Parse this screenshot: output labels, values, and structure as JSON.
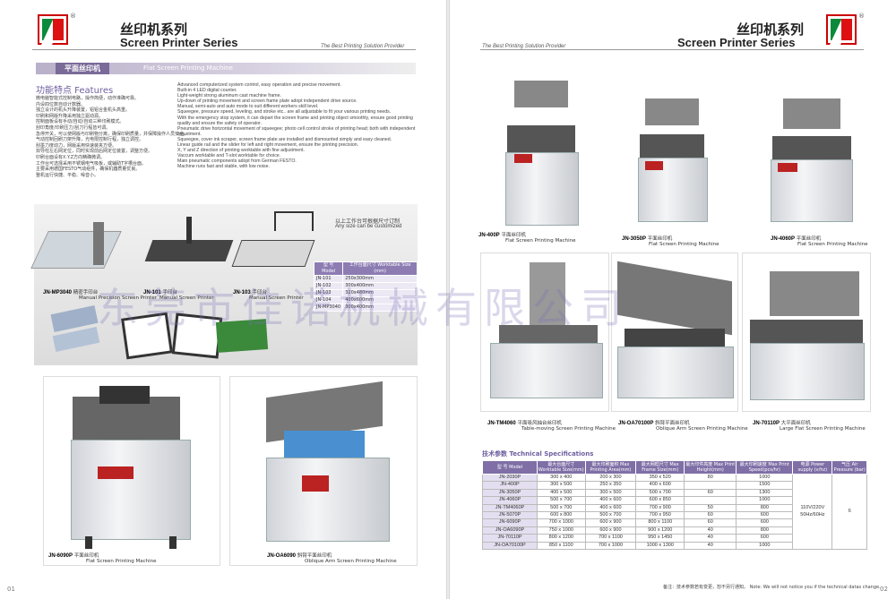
{
  "left_header": {
    "brand_cn": "丝印机系列",
    "brand_en": "Screen Printer Series",
    "tagline": "The Best Printing Solution Provider",
    "reg": "®"
  },
  "right_header": {
    "brand_cn": "丝印机系列",
    "brand_en": "Screen Printer Series",
    "tagline": "The Best Printing Solution Provider",
    "reg": "®"
  },
  "section_bar": {
    "cn": "平面丝印机",
    "en": "Flat Screen Printing Machine"
  },
  "features": {
    "title": "功能特点 Features",
    "cn": [
      "微电脑智能式控制电路，操作简便，动作准确可靠。",
      "内设四位数自动计数器。",
      "独立设计的机头升降装置，铝铝合金机头高重。",
      "印刷和网版升降采用独立驱动源。",
      "控制面板设有手动/自动/自动三种印刷模式。",
      "刮印角度/印刷压力/刮刀行程皆可调。",
      "急停开关，可以使网版与印刷物分离，确保印刷质量，并保障操作人员安全。",
      "气动控制回刷刀架升降，光电限控制行程，独立调控。",
      "刮墨力度动力，网版采用快速装夹方便。",
      "双导柱左右网定位，同时实现前后网定位装置，调整方便。",
      "印刷台面设有X.Y.Z方向精确微调。",
      "工作台可选择采用不锈钢电气吸板，或辅助T字槽台面。",
      "主要采用德国FESTO气动组件，确保机器质量优良。",
      "整机运行快捷、平稳、噪音小。"
    ],
    "en": [
      "Advanced computerized system control, easy operation and precise movement.",
      "Built-in 4 LED digital counter.",
      "Light-weight strong aluminum cast machine frame.",
      "Up-down of printing movement and screen frame plate adopt independent drive source.",
      "Manual, semi-auto and auto mode to suit different workers skill level.",
      "Squeegee, pressure speed, leveling, and stroke etc.. are all adjustable to fit your various printing needs.",
      "With the emergency stop system, it can depart the screen frame and printing object smoothly, ensure good printing quality and ensure the safety of operator.",
      "Pneumatic drive horizontal movement of squeegee; photo cell control stroke of printing head; both with independent adjustment.",
      "Squeegee, cover ink scraper, screen frame plate are installed and dismounted simply and easy cleaned.",
      "Linear guide rail and the slider for left and right movement, ensure the printing precision.",
      "X, Y and Z direction of printing worktable with fine adjustment.",
      "Vaccum worktable and T-slot worktable for choice.",
      "Main pneumatic components adopt from German FESTO.",
      "Machine runs fast and stable, with low noise."
    ]
  },
  "manual": {
    "note_cn": "以上工作台可根据尺寸订制",
    "note_en": "Any size can be customized",
    "items": [
      {
        "model": "JN-MP3040",
        "cn": "精密手印台",
        "en": "Manual Precision Screen Printer"
      },
      {
        "model": "JN-101",
        "cn": "手印台",
        "en": "Manual Screen Printer"
      },
      {
        "model": "JN-103",
        "cn": "手印台",
        "en": "Manual Screen Printer"
      }
    ],
    "table_headers": [
      "型  号 Model",
      "工作台面尺寸 Worktable Size (mm)"
    ],
    "table_rows": [
      [
        "JN-101",
        "250x300mm"
      ],
      [
        "JN-102",
        "300x400mm"
      ],
      [
        "JN-103",
        "320x480mm"
      ],
      [
        "JN-104",
        "400x600mm"
      ],
      [
        "JN-MP3040",
        "300x400mm"
      ]
    ]
  },
  "left_machines": [
    {
      "model": "JN-6090P",
      "cn": "平面丝印机",
      "en": "Flat Screen Printing Machine"
    },
    {
      "model": "JN-OA6090",
      "cn": "斜臂平面丝印机",
      "en": "Oblique Arm Screen Printing Machine"
    }
  ],
  "right_machines": [
    {
      "model": "JN-400P",
      "cn": "平面丝印机",
      "en": "Flat Screen Printing Machine"
    },
    {
      "model": "JN-3050P",
      "cn": "平面丝印机",
      "en": "Flat Screen Printing Machine"
    },
    {
      "model": "JN-4060P",
      "cn": "平面丝印机",
      "en": "Flat Screen Printing Machine"
    },
    {
      "model": "JN-TM4060",
      "cn": "平面吸风抽台丝印机",
      "en": "Table-moving Screen Printing Machine"
    },
    {
      "model": "JN-OA70100P",
      "cn": "斜臂平面丝印机",
      "en": "Oblique Arm Screen Printing Machine"
    },
    {
      "model": "JN-70110P",
      "cn": "大平面丝印机",
      "en": "Large Flat Screen Printing Machine"
    }
  ],
  "watermark": "东莞市佳诺机械有限公司",
  "specs": {
    "title": "技术参数 Technical Specifications",
    "headers": [
      "型 号 Model",
      "最大台面尺寸 Worktable Size(mm)",
      "最大印刷面积 Max Printing Area(mm)",
      "最大网框尺寸 Max Frame Size(mm)",
      "最大印件高度 Max Print Height(mm)",
      "最大印刷速度 Max Print Speed(pcs/hr)",
      "电源 Power supply (v/hz)",
      "气压 Air Pressure (bar)"
    ],
    "rows": [
      [
        "JN-2030P",
        "300 x 400",
        "200 x 300",
        "350 x 520",
        "80",
        "1000"
      ],
      [
        "JN-400P",
        "300 x 500",
        "250 x 350",
        "400 x 600",
        "",
        "1500"
      ],
      [
        "JN-3050P",
        "400 x 500",
        "300 x 500",
        "500 x 700",
        "60",
        "1300"
      ],
      [
        "JN-4060P",
        "500 x 700",
        "400 x 600",
        "600 x 850",
        "",
        "1000"
      ],
      [
        "JN-TM4060P",
        "500 x 700",
        "400 x 600",
        "700 x 900",
        "50",
        "800"
      ],
      [
        "JN-5070P",
        "600 x 800",
        "500 x 700",
        "700 x 950",
        "60",
        "600"
      ],
      [
        "JN-6090P",
        "700 x 1000",
        "600 x 900",
        "800 x 1100",
        "60",
        "600"
      ],
      [
        "JN-OA6090P",
        "750 x 1000",
        "600 x 900",
        "900 x 1200",
        "40",
        "800"
      ],
      [
        "JN-70110P",
        "800 x 1200",
        "700 x 1100",
        "950 x 1450",
        "40",
        "600"
      ],
      [
        "JN-OA70100P",
        "850 x 1100",
        "700 x 1000",
        "1000 x 1300",
        "40",
        "1000"
      ]
    ],
    "power": "110V/220V 50Hz/60Hz",
    "air": "6",
    "note": "备注：技术参数若有变更，恕不另行通知。 Note: We will not notice you if the technical datas change."
  },
  "page_numbers": {
    "left": "01",
    "right": "02"
  },
  "colors": {
    "accent": "#7f6fa6",
    "logo_red": "#d11",
    "logo_green": "#0a8a3a"
  }
}
